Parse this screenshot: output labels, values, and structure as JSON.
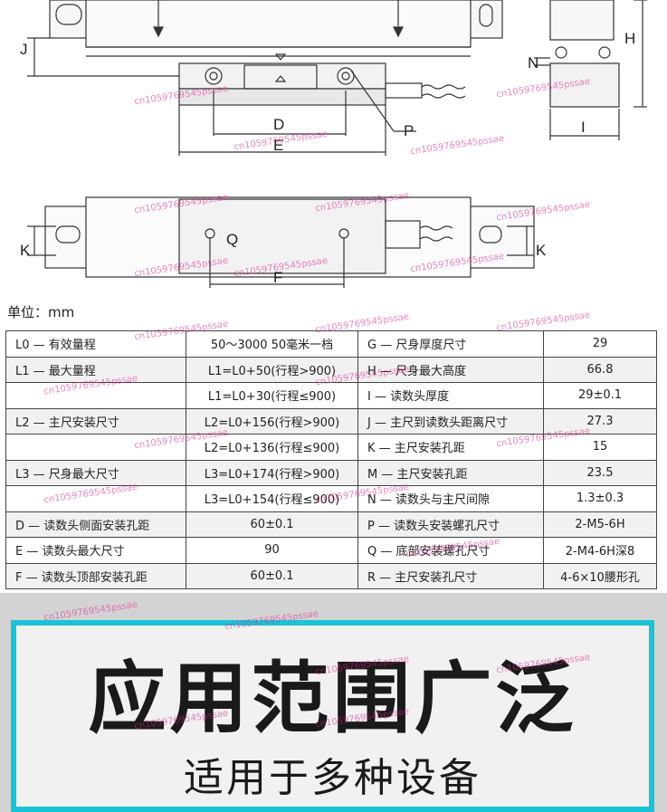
{
  "drawing": {
    "labels": {
      "J": "J",
      "D": "D",
      "E": "E",
      "P": "P",
      "H": "H",
      "N": "N",
      "I": "I",
      "K": "K",
      "Q": "Q",
      "F": "F",
      "K2": "K"
    }
  },
  "unit_label": "单位：mm",
  "spec_rows": [
    [
      "L0 — 有效量程",
      "50～3000  50毫米一档",
      "G — 尺身厚度尺寸",
      "29"
    ],
    [
      "L1 — 最大量程",
      "L1=L0+50(行程>900)",
      "H — 尺身最大高度",
      "66.8"
    ],
    [
      "",
      "L1=L0+30(行程≤900)",
      "I — 读数头厚度",
      "29±0.1"
    ],
    [
      "L2 — 主尺安装尺寸",
      "L2=L0+156(行程>900)",
      "J — 主尺到读数头距离尺寸",
      "27.3"
    ],
    [
      "",
      "L2=L0+136(行程≤900)",
      "K — 主尺安装孔距",
      "15"
    ],
    [
      "L3 — 尺身最大尺寸",
      "L3=L0+174(行程>900)",
      "M — 主尺安装孔距",
      "23.5"
    ],
    [
      "",
      "L3=L0+154(行程≤900)",
      "N — 读数头与主尺间隙",
      "1.3±0.3"
    ],
    [
      "D — 读数头侧面安装孔距",
      "60±0.1",
      "P — 读数头安装螺孔尺寸",
      "2-M5-6H"
    ],
    [
      "E — 读数头最大尺寸",
      "90",
      "Q — 底部安装螺孔尺寸",
      "2-M4-6H深8"
    ],
    [
      "F — 读数头顶部安装孔距",
      "60±0.1",
      "R — 主尺安装孔尺寸",
      "4-6×10腰形孔"
    ]
  ],
  "banner": {
    "title": "应用范围广泛",
    "subtitle": "适用于多种设备"
  },
  "watermark": "cn1059769545pssae",
  "colors": {
    "accent": "#19c4d6",
    "watermark": "#e0218a",
    "banner_bg": "#d3d3d3"
  }
}
